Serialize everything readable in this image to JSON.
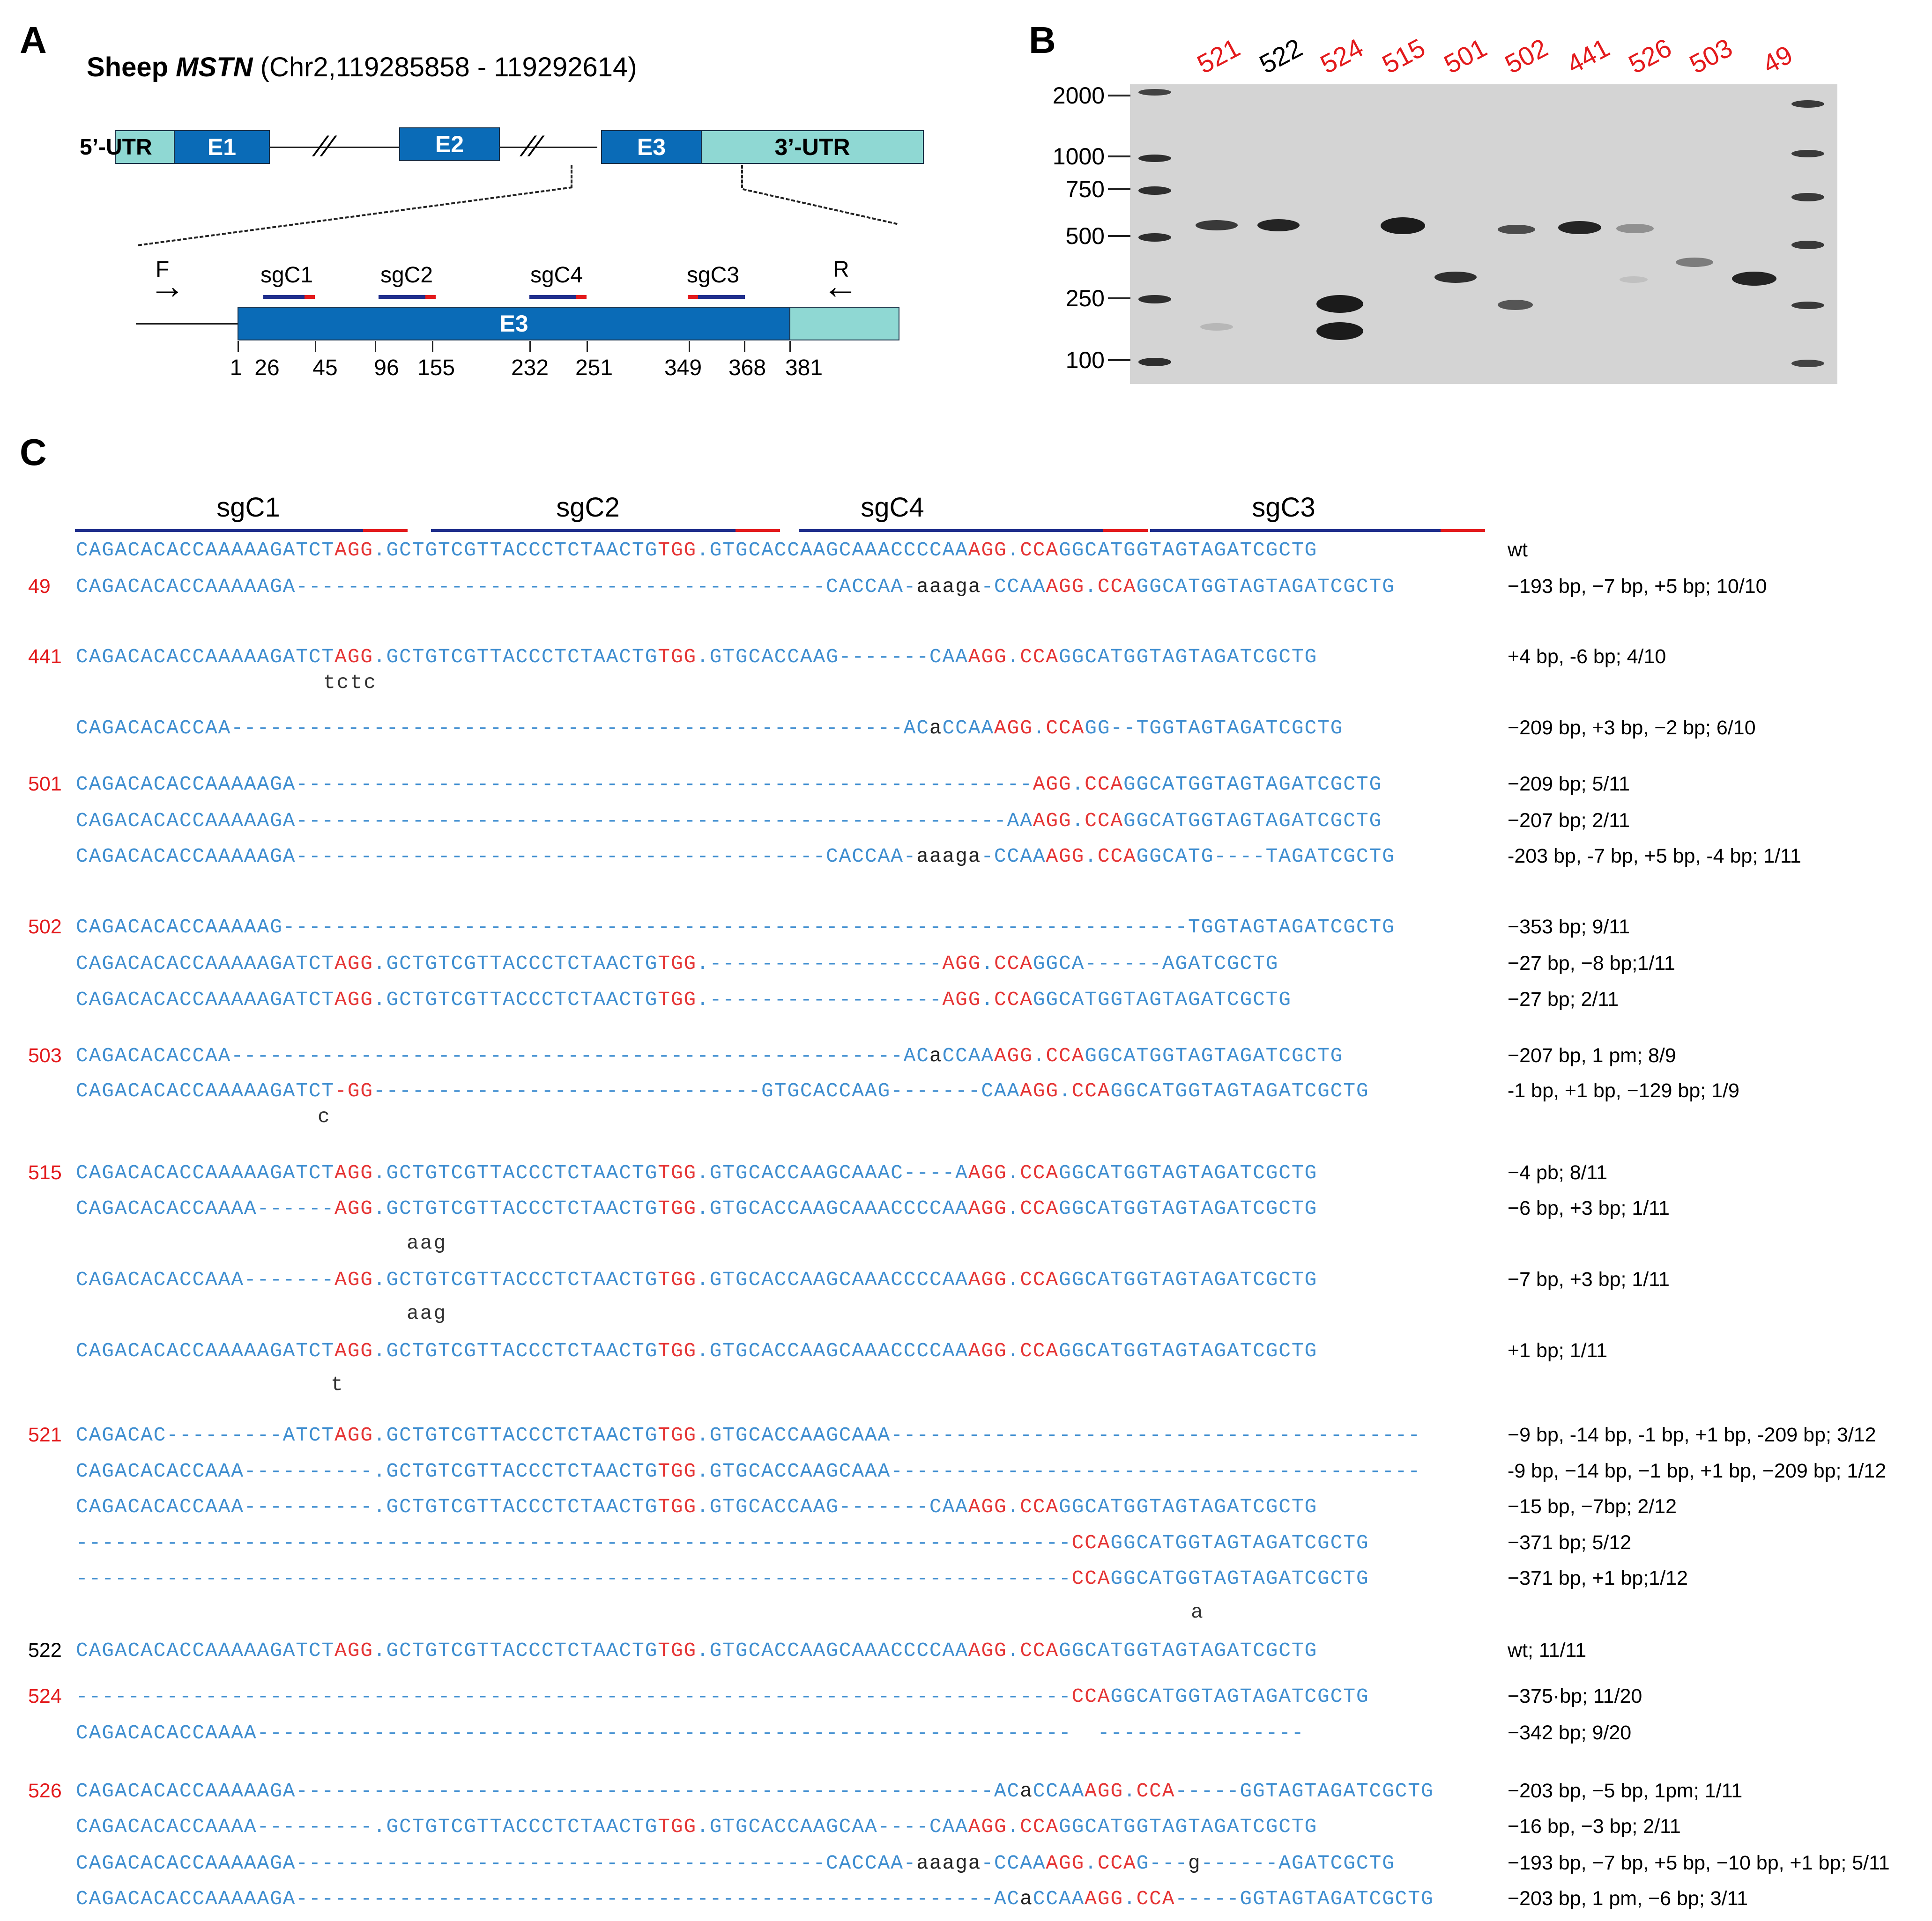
{
  "panel_a": {
    "label": "A",
    "title_gene": "Sheep ",
    "title_gene_italic": "MSTN",
    "title_coords": " (Chr2,119285858 - 119292614)",
    "utr5": "5’-UTR",
    "e1": "E1",
    "e2": "E2",
    "e3": "E3",
    "utr3": "3’-UTR",
    "break_mark": "//",
    "primer_f": "F",
    "primer_r": "R",
    "sgrnas": [
      "sgC1",
      "sgC2",
      "sgC4",
      "sgC3"
    ],
    "positions": [
      "1",
      "26",
      "45",
      "96",
      "155",
      "232",
      "251",
      "349",
      "368",
      "381"
    ],
    "forward_arrow": "→",
    "reverse_arrow": "←"
  },
  "panel_b": {
    "label": "B",
    "ladder": [
      "2000",
      "1000",
      "750",
      "500",
      "250",
      "100"
    ],
    "lanes": [
      {
        "id": "521",
        "color": "#e31a1c"
      },
      {
        "id": "522",
        "color": "#000000"
      },
      {
        "id": "524",
        "color": "#e31a1c"
      },
      {
        "id": "515",
        "color": "#e31a1c"
      },
      {
        "id": "501",
        "color": "#e31a1c"
      },
      {
        "id": "502",
        "color": "#e31a1c"
      },
      {
        "id": "441",
        "color": "#e31a1c"
      },
      {
        "id": "526",
        "color": "#e31a1c"
      },
      {
        "id": "503",
        "color": "#e31a1c"
      },
      {
        "id": "49",
        "color": "#e31a1c"
      }
    ]
  },
  "panel_c": {
    "label": "C",
    "headers": [
      "sgC1",
      "sgC2",
      "sgC4",
      "sgC3"
    ],
    "rows": [
      {
        "id": "",
        "seq": "CAGACACACCAAAAAGATCT{AGG}.GCTGTCGTTACCCTCTAACTG{TGG}.GTGCACCAAGCAAACCCCAA{AGG}.{CCA}GGCATGGTAGTAGATCGCTG",
        "ann": "wt"
      },
      {
        "id": "49",
        "seq": "CAGACACACCAAAAAGA-----------------------------------------CACCAA-[aaaga]-CCAA{AGG}.{CCA}GGCATGGTAGTAGATCGCTG",
        "ann": "−193 bp, −7 bp, +5 bp; 10/10"
      },
      {
        "id": "441",
        "seq": "CAGACACACCAAAAAGATCT{AGG}.GCTGTCGTTACCCTCTAACTG{TGG}.GTGCACCAAG-------CAA{AGG}.{CCA}GGCATGGTAGTAGATCGCTG",
        "ann": "+4 bp,  -6 bp; 4/10"
      },
      {
        "id": "",
        "seq": "CAGACACACCAA----------------------------------------------------AC[a]CCAA{AGG}.{CCA}GG--TGGTAGTAGATCGCTG",
        "ann": "−209 bp, +3 bp, −2 bp; 6/10"
      },
      {
        "id": "501",
        "seq": "CAGACACACCAAAAAGA---------------------------------------------------------{AGG}.{CCA}GGCATGGTAGTAGATCGCTG",
        "ann": "−209 bp; 5/11"
      },
      {
        "id": "",
        "seq": "CAGACACACCAAAAAGA-------------------------------------------------------AA{AGG}.{CCA}GGCATGGTAGTAGATCGCTG",
        "ann": "−207 bp; 2/11"
      },
      {
        "id": "",
        "seq": "CAGACACACCAAAAAGA-----------------------------------------CACCAA-[aaaga]-CCAA{AGG}.{CCA}GGCATG----TAGATCGCTG",
        "ann": "-203 bp, -7 bp, +5 bp, -4 bp; 1/11"
      },
      {
        "id": "502",
        "seq": "CAGACACACCAAAAAG----------------------------------------------------------------------TGGTAGTAGATCGCTG",
        "ann": "−353 bp; 9/11"
      },
      {
        "id": "",
        "seq": "CAGACACACCAAAAAGATCT{AGG}.GCTGTCGTTACCCTCTAACTG{TGG}.------------------{AGG}.{CCA}GGCA------AGATCGCTG",
        "ann": "−27 bp, −8 bp;1/11"
      },
      {
        "id": "",
        "seq": "CAGACACACCAAAAAGATCT{AGG}.GCTGTCGTTACCCTCTAACTG{TGG}.------------------{AGG}.{CCA}GGCATGGTAGTAGATCGCTG",
        "ann": "−27 bp; 2/11"
      },
      {
        "id": "503",
        "seq": "CAGACACACCAA----------------------------------------------------AC[a]CCAA{AGG}.{CCA}GGCATGGTAGTAGATCGCTG",
        "ann": "−207 bp, 1 pm; 8/9"
      },
      {
        "id": "",
        "seq": "CAGACACACCAAAAAGATCT{-GG}------------------------------GTGCACCAAG-------CAA{AGG}.{CCA}GGCATGGTAGTAGATCGCTG",
        "ann": "-1 bp, +1 bp, −129 bp; 1/9"
      },
      {
        "id": "515",
        "seq": "CAGACACACCAAAAAGATCT{AGG}.GCTGTCGTTACCCTCTAACTG{TGG}.GTGCACCAAGCAAAC----A{AGG}.{CCA}GGCATGGTAGTAGATCGCTG",
        "ann": "−4 pb; 8/11"
      },
      {
        "id": "",
        "seq": "CAGACACACCAAAA------{AGG}.GCTGTCGTTACCCTCTAACTG{TGG}.GTGCACCAAGCAAACCCCAA{AGG}.{CCA}GGCATGGTAGTAGATCGCTG",
        "ann": "−6 bp, +3 bp; 1/11"
      },
      {
        "id": "",
        "seq": "CAGACACACCAAA-------{AGG}.GCTGTCGTTACCCTCTAACTG{TGG}.GTGCACCAAGCAAACCCCAA{AGG}.{CCA}GGCATGGTAGTAGATCGCTG",
        "ann": "−7 bp, +3 bp; 1/11"
      },
      {
        "id": "",
        "seq": "CAGACACACCAAAAAGATCT{AGG}.GCTGTCGTTACCCTCTAACTG{TGG}.GTGCACCAAGCAAACCCCAA{AGG}.{CCA}GGCATGGTAGTAGATCGCTG",
        "ann": "+1 bp; 1/11"
      },
      {
        "id": "521",
        "seq": "CAGACAC---------ATCT{AGG}.GCTGTCGTTACCCTCTAACTG{TGG}.GTGCACCAAGCAAA-----------------------------------------",
        "ann": "−9 bp, -14 bp, -1 bp, +1 bp, -209 bp; 3/12"
      },
      {
        "id": "",
        "seq": "CAGACACACCAAA----------.GCTGTCGTTACCCTCTAACTG{TGG}.GTGCACCAAGCAAA-----------------------------------------",
        "ann": "-9 bp, −14 bp, −1 bp, +1 bp, −209 bp; 1/12"
      },
      {
        "id": "",
        "seq": "CAGACACACCAAA----------.GCTGTCGTTACCCTCTAACTG{TGG}.GTGCACCAAG-------CAA{AGG}.{CCA}GGCATGGTAGTAGATCGCTG",
        "ann": "−15 bp, −7bp; 2/12"
      },
      {
        "id": "",
        "seq": "-----------------------------------------------------------------------------{CCA}GGCATGGTAGTAGATCGCTG",
        "ann": "−371 bp; 5/12"
      },
      {
        "id": "",
        "seq": "-----------------------------------------------------------------------------{CCA}GGCATGGTAGTAGATCGCTG",
        "ann": "−371 bp, +1 bp;1/12"
      },
      {
        "id": "522",
        "seq": "CAGACACACCAAAAAGATCT{AGG}.GCTGTCGTTACCCTCTAACTG{TGG}.GTGCACCAAGCAAACCCCAA{AGG}.{CCA}GGCATGGTAGTAGATCGCTG",
        "ann": "wt; 11/11"
      },
      {
        "id": "524",
        "seq": "-----------------------------------------------------------------------------{CCA}GGCATGGTAGTAGATCGCTG",
        "ann": "−375·bp; 11/20"
      },
      {
        "id": "",
        "seq": "CAGACACACCAAAA---------------------------------------------------------------  ----------------",
        "ann": "−342 bp; 9/20"
      },
      {
        "id": "526",
        "seq": "CAGACACACCAAAAAGA------------------------------------------------------AC[a]CCAA{AGG}.{CCA}-----GGTAGTAGATCGCTG",
        "ann": "−203 bp, −5 bp, 1pm; 1/11"
      },
      {
        "id": "",
        "seq": "CAGACACACCAAAA---------.GCTGTCGTTACCCTCTAACTG{TGG}.GTGCACCAAGCAA----CAA{AGG}.{CCA}GGCATGGTAGTAGATCGCTG",
        "ann": "−16 bp, −3 bp; 2/11"
      },
      {
        "id": "",
        "seq": "CAGACACACCAAAAAGA-----------------------------------------CACCAA-[aaaga]-CCAA{AGG}.{CCA}G---[g]------AGATCGCTG",
        "ann": "−193 bp, −7 bp, +5 bp, −10 bp, +1 bp; 5/11"
      },
      {
        "id": "",
        "seq": "CAGACACACCAAAAAGA------------------------------------------------------AC[a]CCAA{AGG}.{CCA}-----GGTAGTAGATCGCTG",
        "ann": "−203 bp, 1 pm, −6 bp; 3/11"
      }
    ],
    "insertions": [
      "tctc",
      "c",
      "aag",
      "aag",
      "t",
      "a"
    ]
  }
}
